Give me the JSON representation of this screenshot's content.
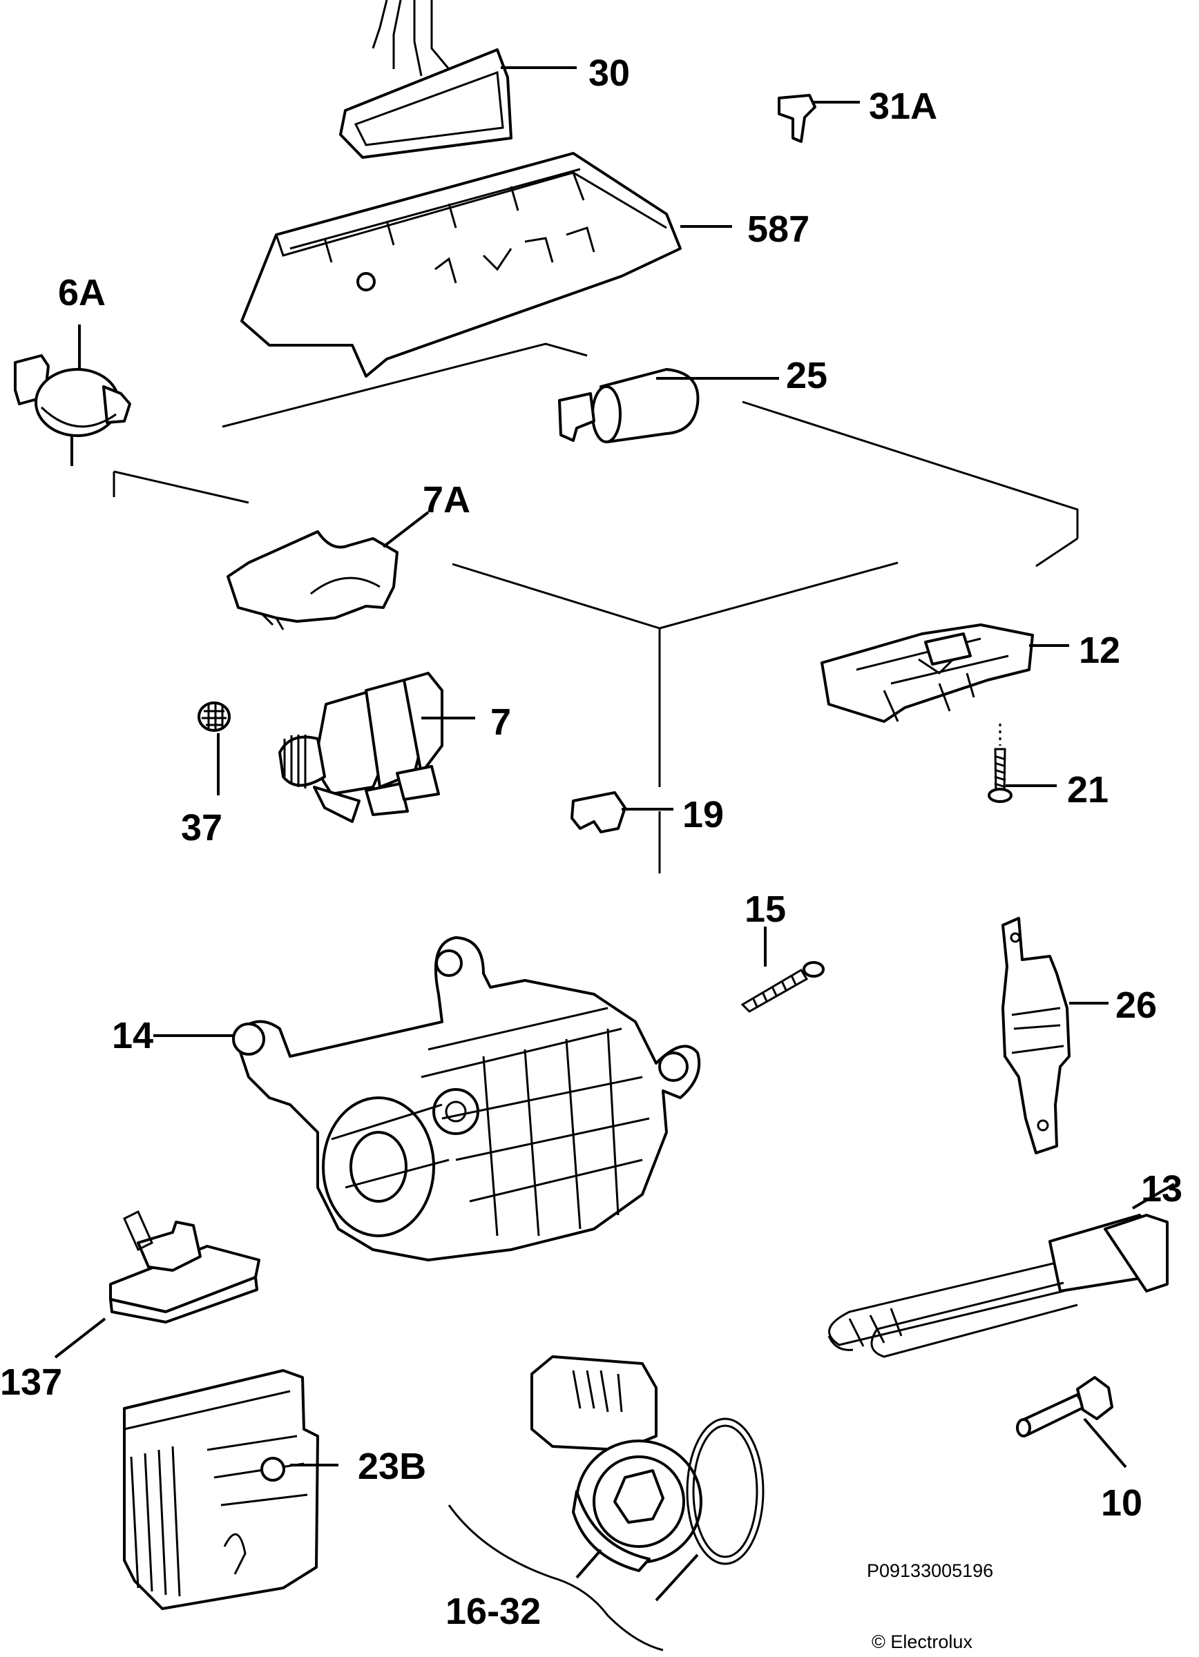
{
  "labels": {
    "p30": "30",
    "p31A": "31A",
    "p587": "587",
    "p6A": "6A",
    "p25": "25",
    "p7A": "7A",
    "p12": "12",
    "p7": "7",
    "p37": "37",
    "p21": "21",
    "p19": "19",
    "p15": "15",
    "p14": "14",
    "p26": "26",
    "p13": "13",
    "p137": "137",
    "p23B": "23B",
    "p10": "10",
    "p16_32": "16-32"
  },
  "footer": {
    "code": "P09133005196",
    "copyright": "© Electrolux"
  }
}
